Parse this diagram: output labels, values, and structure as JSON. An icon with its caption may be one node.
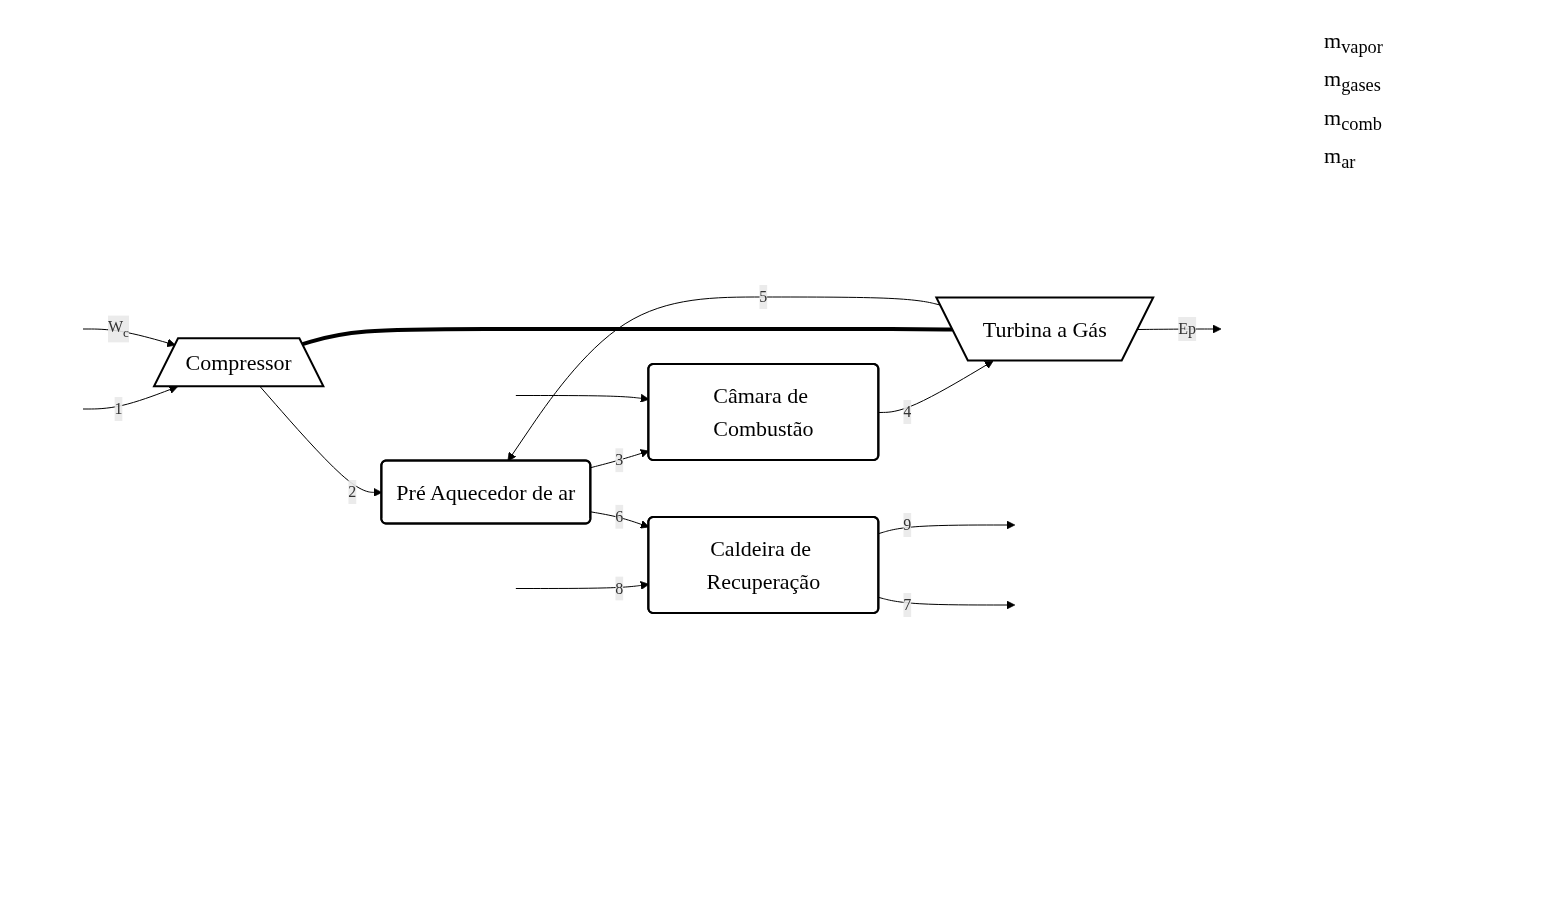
{
  "diagram": {
    "nodes": [
      {
        "text": [
          "Caldeira de Recuperação"
        ]
      },
      {
        "text": [
          "Pré Aquecedor de ar"
        ]
      },
      {
        "text": [
          "Câmara de Combustão"
        ]
      },
      {
        "text": [
          "Compressor"
        ]
      },
      {
        "text": [
          "Turbina a Gás"
        ]
      }
    ],
    "edges": [
      {
        "from": null,
        "to": 0,
        "arrow": "to",
        "label": "8"
      },
      {
        "from": 0,
        "to": null,
        "arrow": "to",
        "label": "9"
      },
      {
        "from": 0,
        "to": null,
        "arrow": "to",
        "label": "7"
      },
      {
        "from": 1,
        "to": 0,
        "arrow": "to",
        "label": "6"
      },
      {
        "from": 4,
        "to": 1,
        "arrow": "to",
        "label": "5"
      },
      {
        "from": 3,
        "to": 1,
        "arrow": "to",
        "label": "2"
      },
      {
        "from": 1,
        "to": 2,
        "arrow": "to",
        "label": "3"
      },
      {
        "from": 2,
        "to": 4,
        "arrow": "to",
        "label": "4"
      },
      {
        "from": null,
        "to": 2,
        "arrow": "to"
      },
      {
        "from": null,
        "to": 3,
        "arrow": "to",
        "label": "1"
      },
      {
        "from": null,
        "to": 3,
        "arrow": "to",
        "label": "W$_{c}$"
      },
      {
        "from": 4,
        "to": null,
        "arrow": "to",
        "label": "Ep"
      },
      {
        "from": 3,
        "to": 4,
        "arrow": "none",
        "style": "thick"
      }
    ],
    "labels": [
      "m$_{vapor}$",
      "m$_{gases}$",
      "m$_{comb}$",
      "m$_{ar}$"
    ]
  }
}
